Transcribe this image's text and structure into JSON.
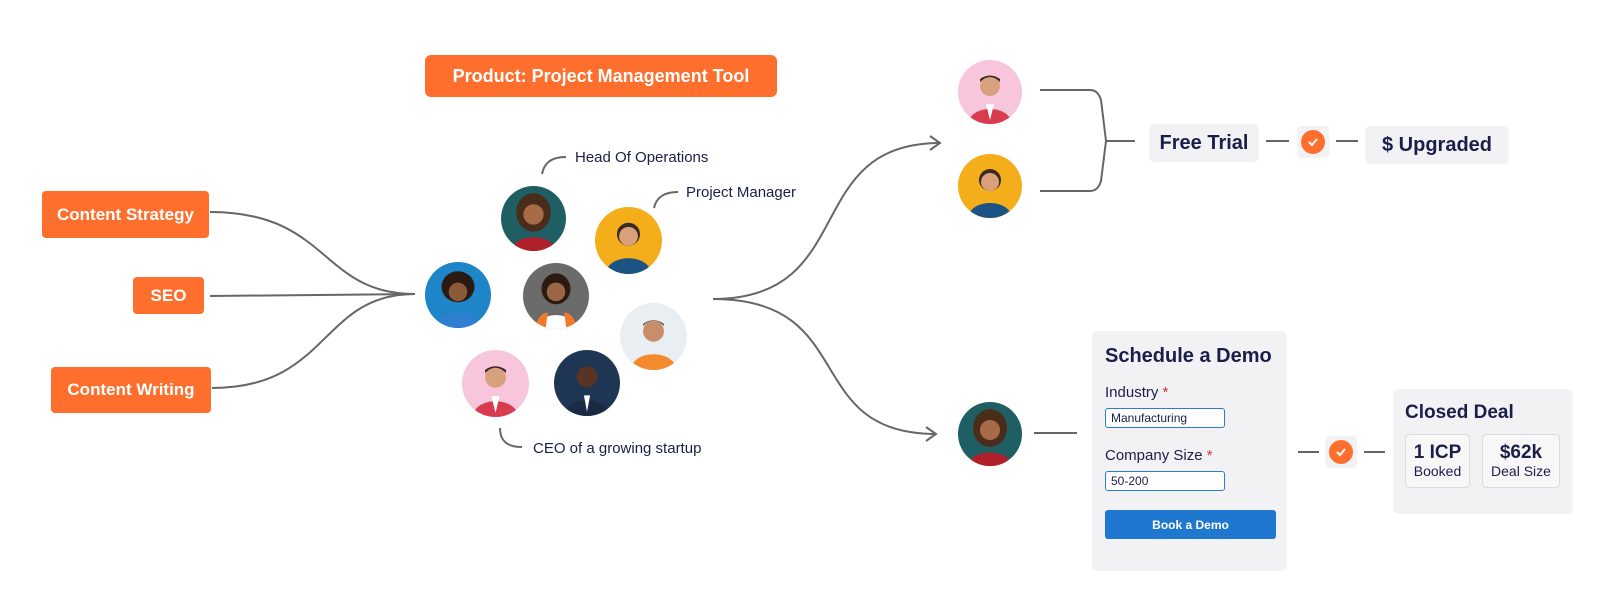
{
  "product": {
    "label": "Product: Project Management Tool"
  },
  "sources": {
    "content_strategy": "Content Strategy",
    "seo": "SEO",
    "content_writing": "Content Writing"
  },
  "personas": {
    "head_of_operations": "Head Of Operations",
    "project_manager": "Project Manager",
    "ceo": "CEO of a growing startup"
  },
  "trial_path": {
    "free_trial": "Free Trial",
    "upgraded": "$ Upgraded"
  },
  "demo_form": {
    "title": "Schedule a Demo",
    "industry_label": "Industry",
    "industry_value": "Manufacturing",
    "company_size_label": "Company Size",
    "company_size_value": "50-200",
    "required_mark": "*",
    "button_label": "Book a Demo"
  },
  "closed_deal": {
    "title": "Closed Deal",
    "icp_value": "1 ICP",
    "icp_label": "Booked",
    "deal_value": "$62k",
    "deal_label": "Deal Size"
  },
  "colors": {
    "accent_orange": "#fe6f2d",
    "navy_text": "#1c1e4a",
    "button_blue": "#1f77d0",
    "card_gray": "#f2f2f4"
  }
}
